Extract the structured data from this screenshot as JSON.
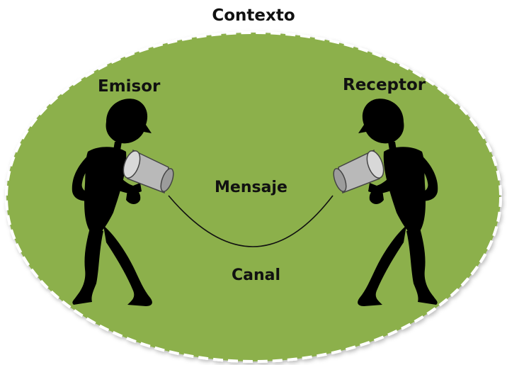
{
  "title": "Contexto",
  "labels": {
    "sender": "Emisor",
    "receiver": "Receptor",
    "message": "Mensaje",
    "channel": "Canal"
  },
  "colors": {
    "context_fill": "#8cb04c",
    "context_border": "#ffffff",
    "figure": "#000000",
    "can_fill": "#b9b9b9",
    "text": "#111111"
  },
  "icons": {
    "sender": "person-with-tin-can-phone-icon",
    "receiver": "person-with-tin-can-phone-icon",
    "channel": "string-line-icon"
  }
}
